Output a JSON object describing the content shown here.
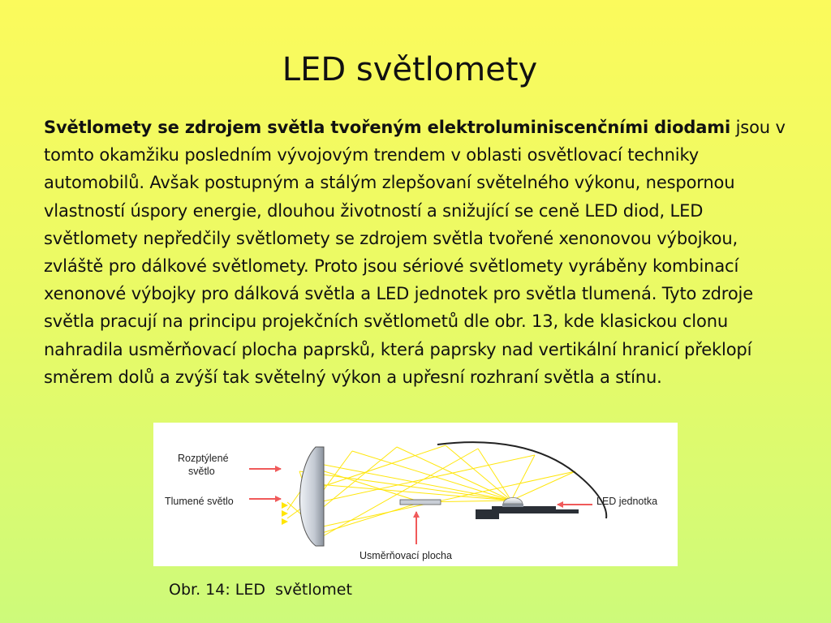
{
  "slide": {
    "title": "LED světlomety",
    "paragraph_bold": "Světlomety se zdrojem světla tvořeným elektroluminiscenčními diodami",
    "paragraph_rest": " jsou v tomto okamžiku posledním vývojovým trendem v oblasti osvětlovací techniky automobilů. Avšak postupným a stálým zlepšovaní světelného výkonu, nespornou vlastností úspory energie, dlouhou životností a snižující se ceně LED diod, LED světlomety nepředčily světlomety se zdrojem světla tvořené xenonovou výbojkou, zvláště pro dálkové světlomety. Proto jsou sériové světlomety vyráběny kombinací xenonové výbojky pro dálková světla a LED jednotek pro světla tlumená.  Tyto zdroje světla pracují na principu projekčních světlometů dle obr. 13, kde klasickou clonu nahradila usměrňovací plocha paprsků, která paprsky nad vertikální hranicí překlopí směrem dolů a zvýší tak světelný výkon a upřesní rozhraní světla a stínu.",
    "caption": "Obr. 14: LED  světlomet"
  },
  "diagram": {
    "label_scattered_line1": "Rozptýlené",
    "label_scattered_line2": "světlo",
    "label_dimmed": "Tlumené světlo",
    "label_led_unit": "LED jednotka",
    "label_deflector": "Usměrňovací plocha"
  },
  "colors": {
    "arrow": "#f05a5a",
    "beam": "#ffe500",
    "lens": "#c8ced6",
    "base": "#2a2f36"
  }
}
